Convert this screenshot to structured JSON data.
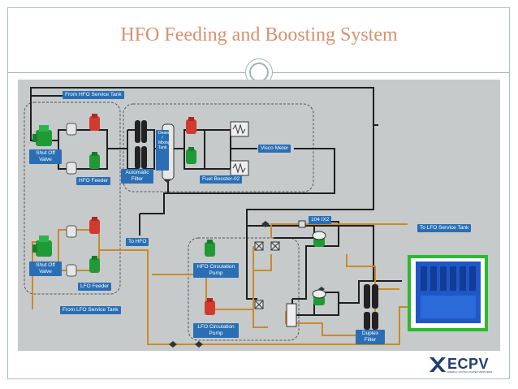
{
  "slide": {
    "title": "HFO Feeding and Boosting System"
  },
  "labels": {
    "from_hfo_tank": "From HFO Service Tank",
    "shut_off_valve_1": "Shut Off Valve",
    "shut_off_valve_2": "Shut Off Valve",
    "hfo_feeder": "HFO Feeder",
    "automatic_filter": "Automatic Filter",
    "deaerator": "Deaerator / Mixing Tank",
    "fuel_booster": "Fuel Booster-02",
    "visco_meter": "Visco Meter",
    "to_hfo": "To HFO",
    "lfo_feeder": "LFO Feeder",
    "from_lfo_tank": "From LFO Service Tank",
    "hfo_circ_pump": "HFO Circulation Pump",
    "lfo_circ_pump": "LFO Circulation Pump",
    "valve_3way": "104 IX2",
    "to_lfo_tank": "To LFO Service Tank",
    "duplex_filter": "Duplex Filter"
  },
  "logo": {
    "text": "ECPV",
    "subtitle": "ENERGY CAPITAL POWER VENTURES"
  },
  "colors": {
    "pipe_hfo": "#1f1f1f",
    "pipe_lfo": "#c98a2a",
    "label_bg": "#2a6fb5",
    "pump_red": "#d23a2e",
    "pump_green": "#1f9a35",
    "engine_border": "#2eb82e",
    "engine_blue": "#1f57c8"
  }
}
